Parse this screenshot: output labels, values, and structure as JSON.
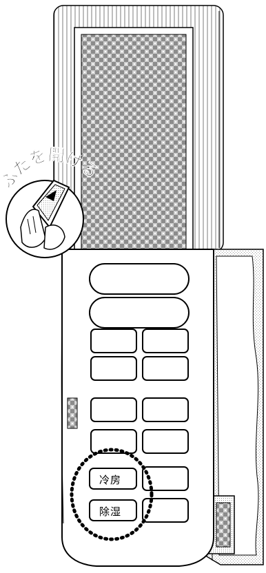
{
  "remote": {
    "lid_instruction": "ふたを開ける",
    "buttons": {
      "cooling_label": "冷房",
      "dehumidify_label": "除湿"
    }
  }
}
